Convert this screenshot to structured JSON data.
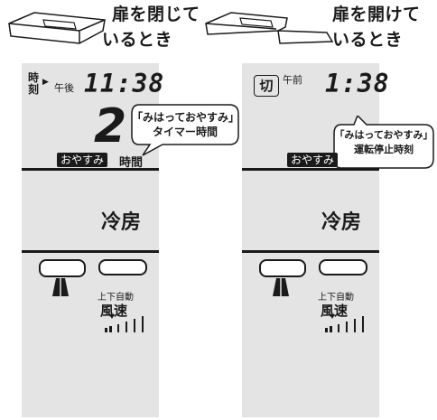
{
  "left": {
    "title_line1": "扉を閉じて",
    "title_line2": "いるとき",
    "time_label": "時刻",
    "ampm": "午後",
    "time": "11:38",
    "timer_value": "2",
    "callout_line1": "「みはっておやすみ」",
    "callout_line2": "タイマー時間",
    "badge": "おやすみ",
    "unit": "時間",
    "mode": "冷房",
    "vane_label": "上下自動",
    "fan_label": "風速"
  },
  "right": {
    "title_line1": "扉を開けて",
    "title_line2": "いるとき",
    "off_label": "切",
    "ampm": "午前",
    "time": "1:38",
    "callout_line1": "「みはっておやすみ」",
    "callout_line2": "運転停止時刻",
    "badge": "おやすみ",
    "mode": "冷房",
    "vane_label": "上下自動",
    "fan_label": "風速"
  },
  "colors": {
    "panel": "#e4e4e4",
    "ink": "#1a1a1a"
  }
}
